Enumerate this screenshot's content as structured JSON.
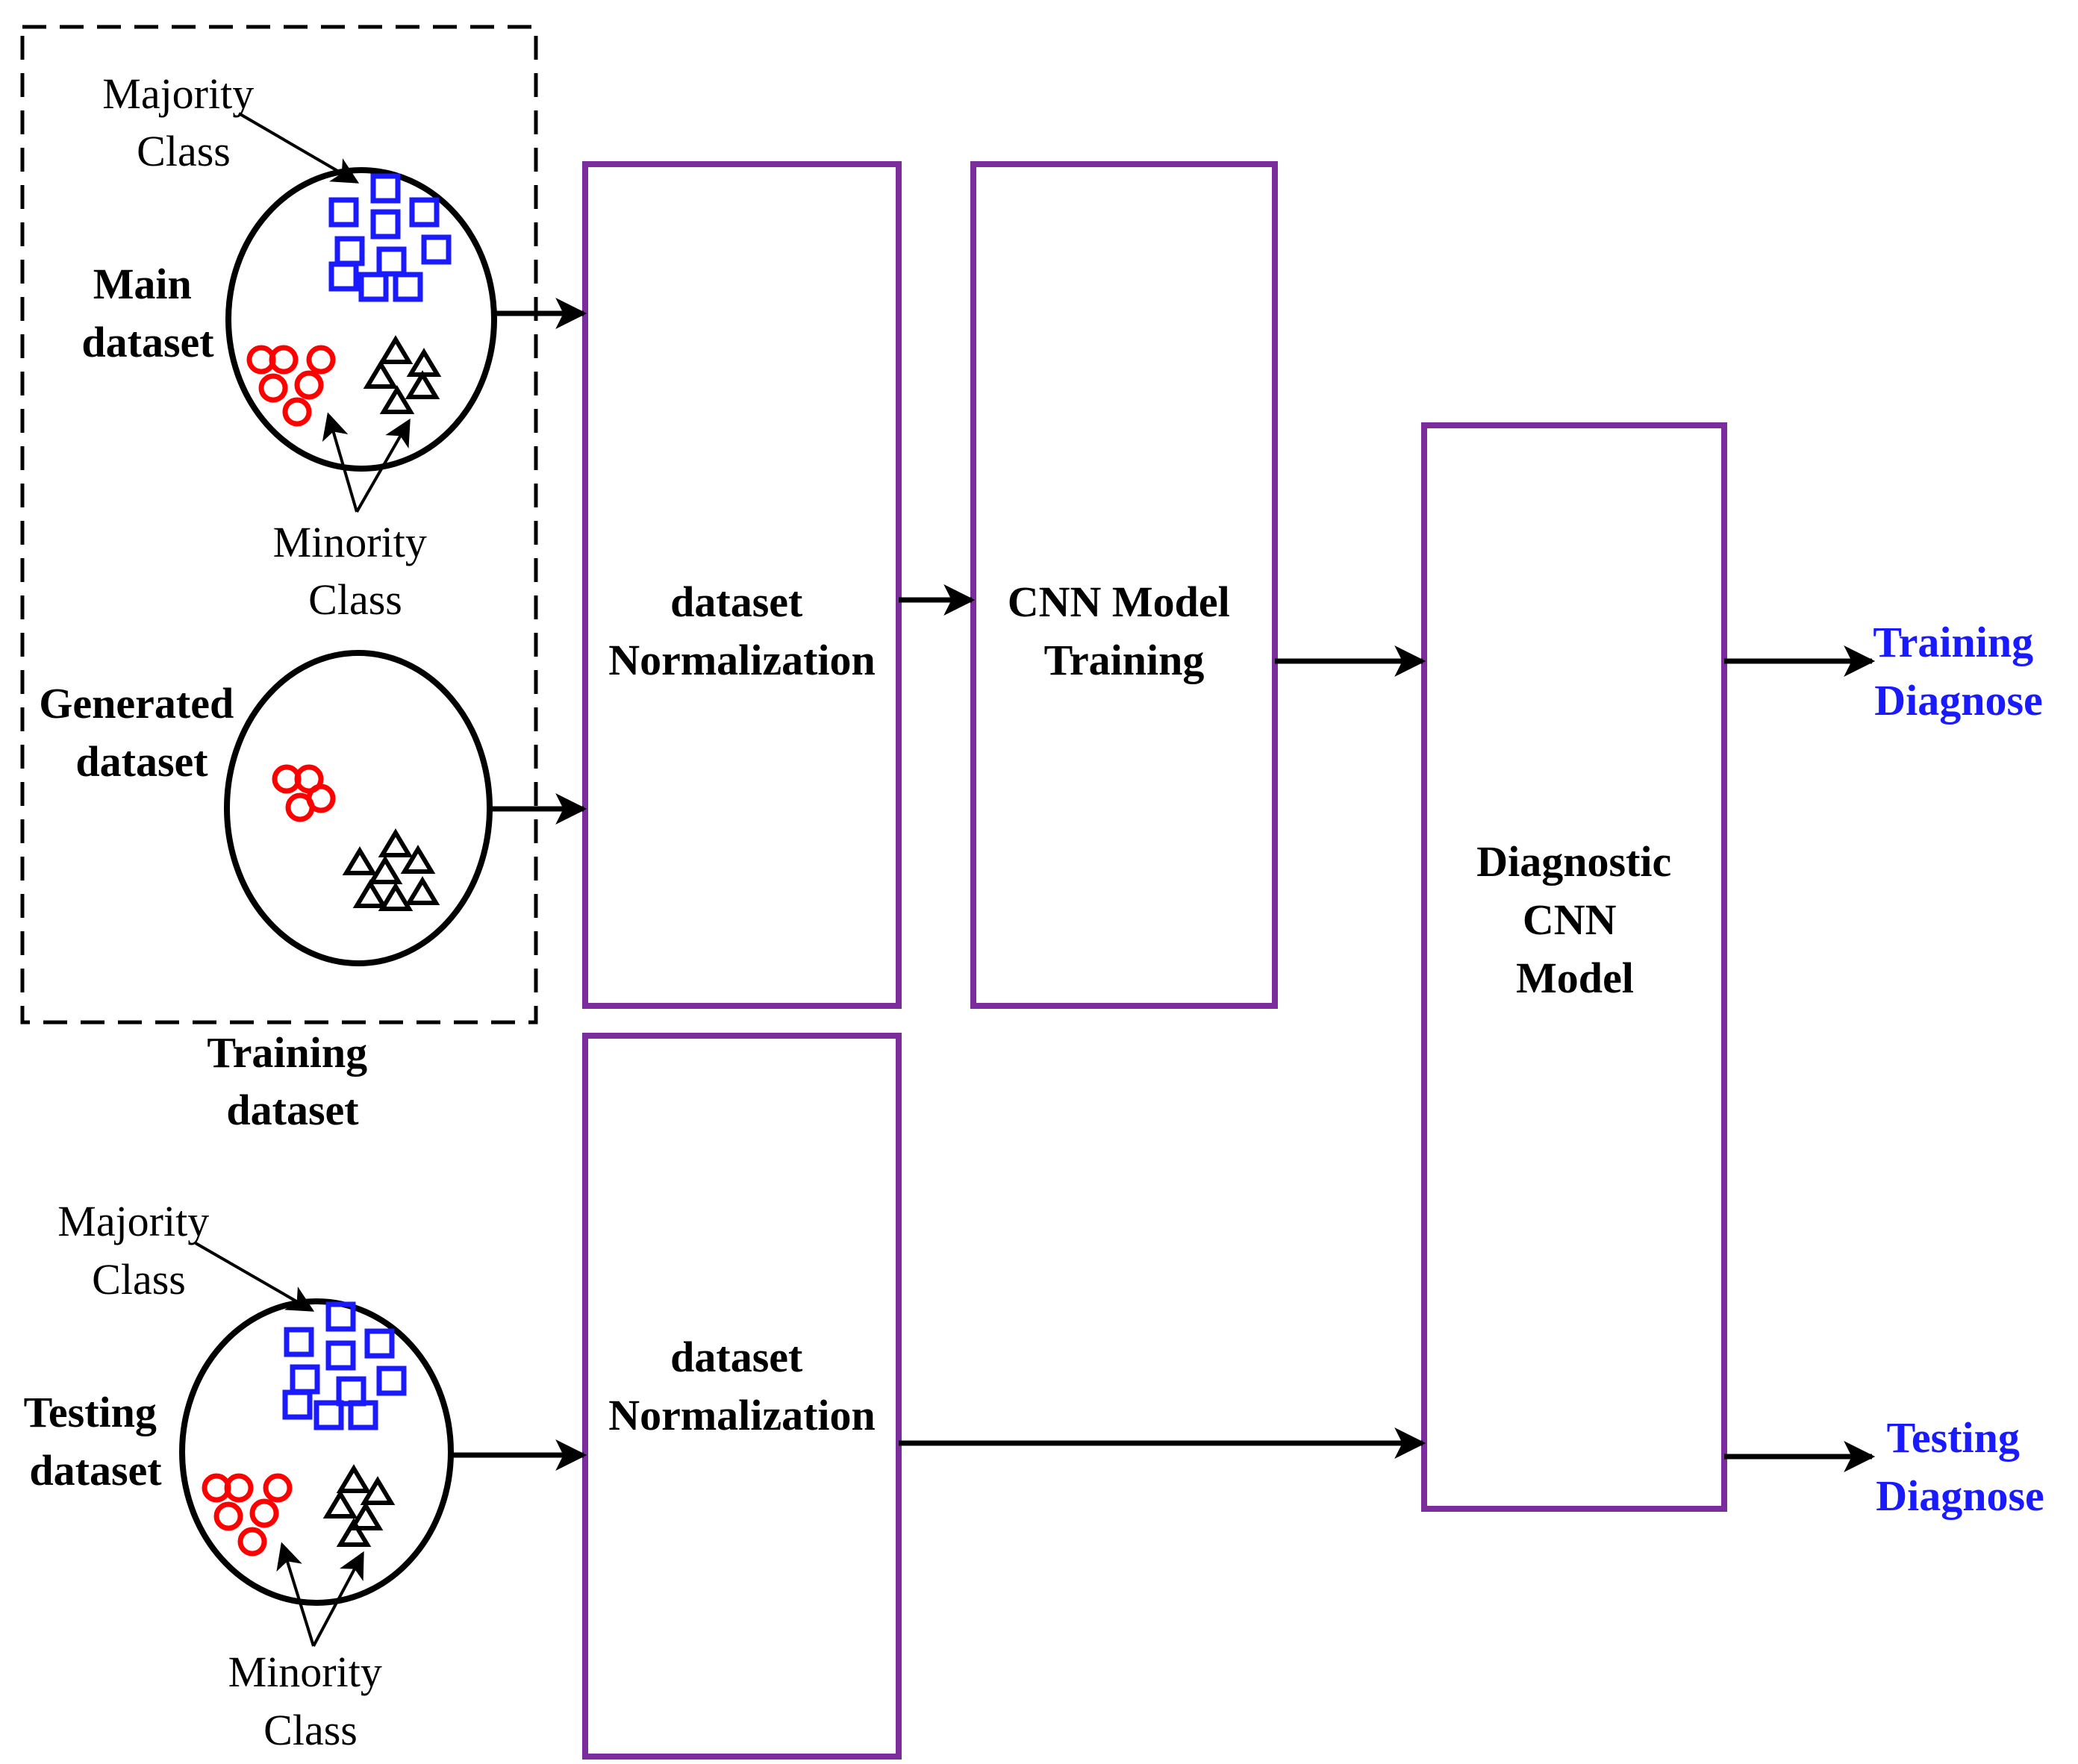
{
  "training_group": {
    "label_line1": "Training",
    "label_line2": "dataset",
    "main_dataset": {
      "label_line1": "Main",
      "label_line2": "dataset",
      "majority_line1": "Majority",
      "majority_line2": "Class",
      "minority_line1": "Minority",
      "minority_line2": "Class"
    },
    "generated_dataset": {
      "label_line1": "Generated",
      "label_line2": "dataset"
    }
  },
  "testing_dataset": {
    "label_line1": "Testing",
    "label_line2": "dataset",
    "majority_line1": "Majority",
    "majority_line2": "Class",
    "minority_line1": "Minority",
    "minority_line2": "Class"
  },
  "boxes": {
    "normalization_train": {
      "line1": "dataset",
      "line2": "Normalization"
    },
    "cnn_training": {
      "line1": "CNN Model",
      "line2": "Training"
    },
    "diagnostic_model": {
      "line1": "Diagnostic",
      "line2": "CNN",
      "line3": "Model"
    },
    "normalization_test": {
      "line1": "dataset",
      "line2": "Normalization"
    }
  },
  "outputs": {
    "training": {
      "line1": "Training",
      "line2": "Diagnose"
    },
    "testing": {
      "line1": "Testing",
      "line2": "Diagnose"
    }
  },
  "colors": {
    "box_border": "#7b2d9e",
    "majority_marker": "#1a1aff",
    "minority_circle": "#ff0000",
    "minority_triangle": "#000000",
    "output_text": "#1a1aff"
  }
}
